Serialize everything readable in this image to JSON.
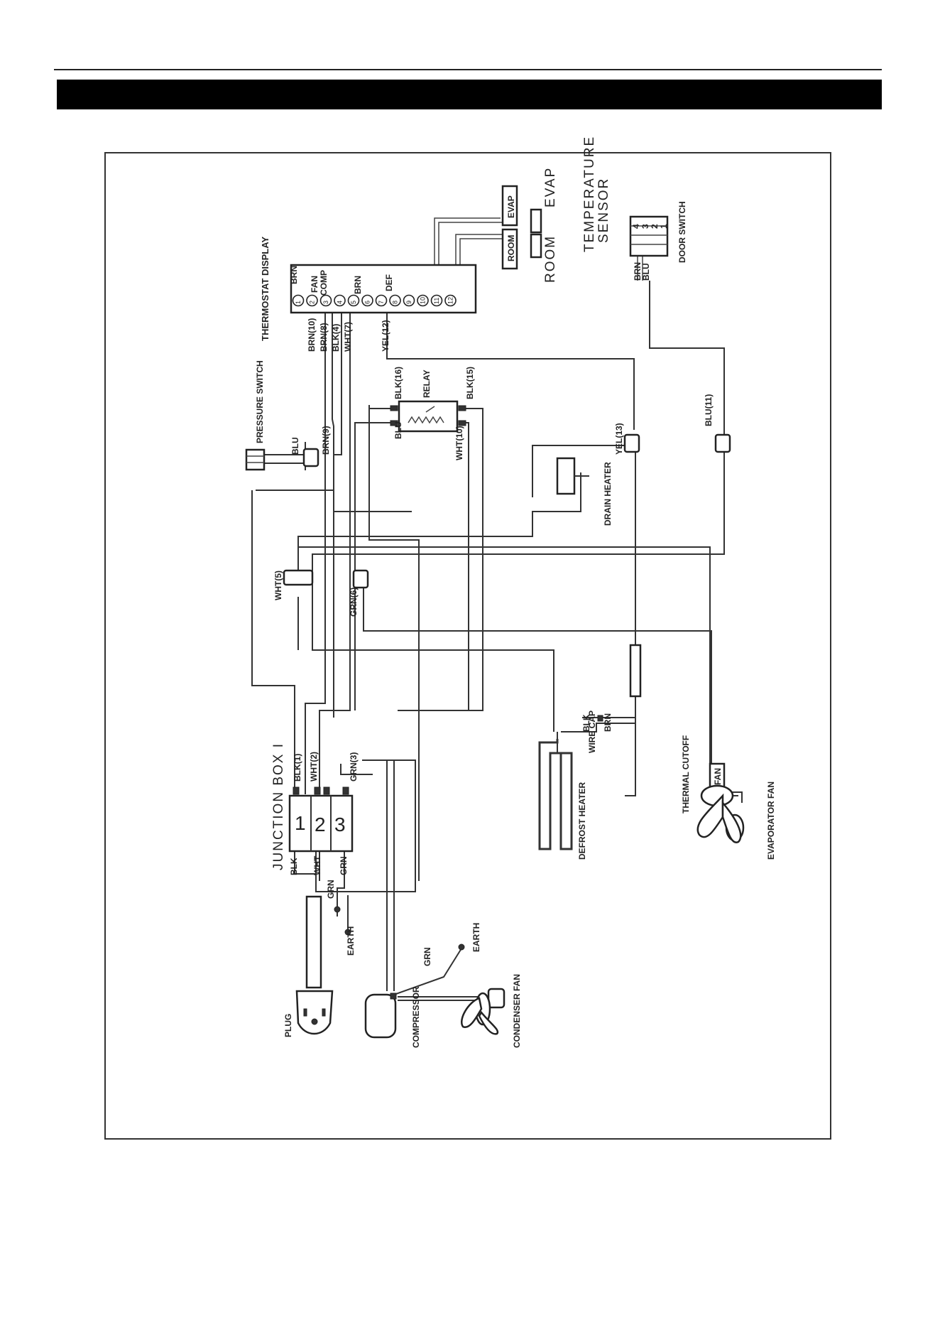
{
  "diagram": {
    "thermostat": {
      "title": "THERMOSTAT DISPLAY",
      "terminals": [
        "1",
        "2",
        "3",
        "4",
        "5",
        "6",
        "7",
        "8",
        "9",
        "10",
        "11",
        "12"
      ],
      "terminal_labels": [
        "BRN",
        "FAN",
        "COMP",
        "BRN",
        "DEF"
      ],
      "wires": [
        "BRN(10)",
        "BRN(8)",
        "BLK(4)",
        "WHT(7)",
        "YEL(12)"
      ]
    },
    "sensors": {
      "evap_box": "EVAP",
      "room_box": "ROOM",
      "evap": "EVAP",
      "room": "ROOM",
      "title_line1": "TEMPERATURE",
      "title_line2": "SENSOR"
    },
    "door_switch": {
      "label": "DOOR SWITCH",
      "pins": [
        "4",
        "3",
        "2",
        "1"
      ],
      "wires": [
        "BRN",
        "BLU"
      ]
    },
    "pressure_switch": {
      "label": "PRESSURE SWITCH",
      "wires": [
        "BLU",
        "BRN(9)"
      ]
    },
    "relay": {
      "label": "RELAY",
      "wires": [
        "BLK(16)",
        "BLK(15)",
        "BLU",
        "WHT(10)"
      ]
    },
    "connectors": {
      "yel13": "YEL(13)",
      "blu11": "BLU(11)",
      "wht5": "WHT(5)",
      "grn6": "GRN(6)"
    },
    "drain_heater": "DRAIN HEATER",
    "junction_box": {
      "label": "JUNCTION BOX I",
      "numbers": [
        "1",
        "2",
        "3"
      ],
      "top_wires": [
        "BLK(1)",
        "WHT(2)",
        "GRN(3)"
      ],
      "bottom_wires": [
        "BLK",
        "WHT",
        "GRN"
      ]
    },
    "wire_cap": {
      "label": "WIRE CAP",
      "wires": [
        "BLK",
        "BRN"
      ]
    },
    "defrost_heater": "DEFROST HEATER",
    "thermal_cutoff": "THERMAL CUTOFF",
    "fan_box": "FAN",
    "evaporator_fan": "EVAPORATOR FAN",
    "plug": "PLUG",
    "plug_earth": "EARTH",
    "plug_grn": "GRN",
    "compressor": "COMPRESSOR",
    "compressor_grn": "GRN",
    "compressor_earth": "EARTH",
    "condenser_fan": "CONDENSER FAN"
  }
}
